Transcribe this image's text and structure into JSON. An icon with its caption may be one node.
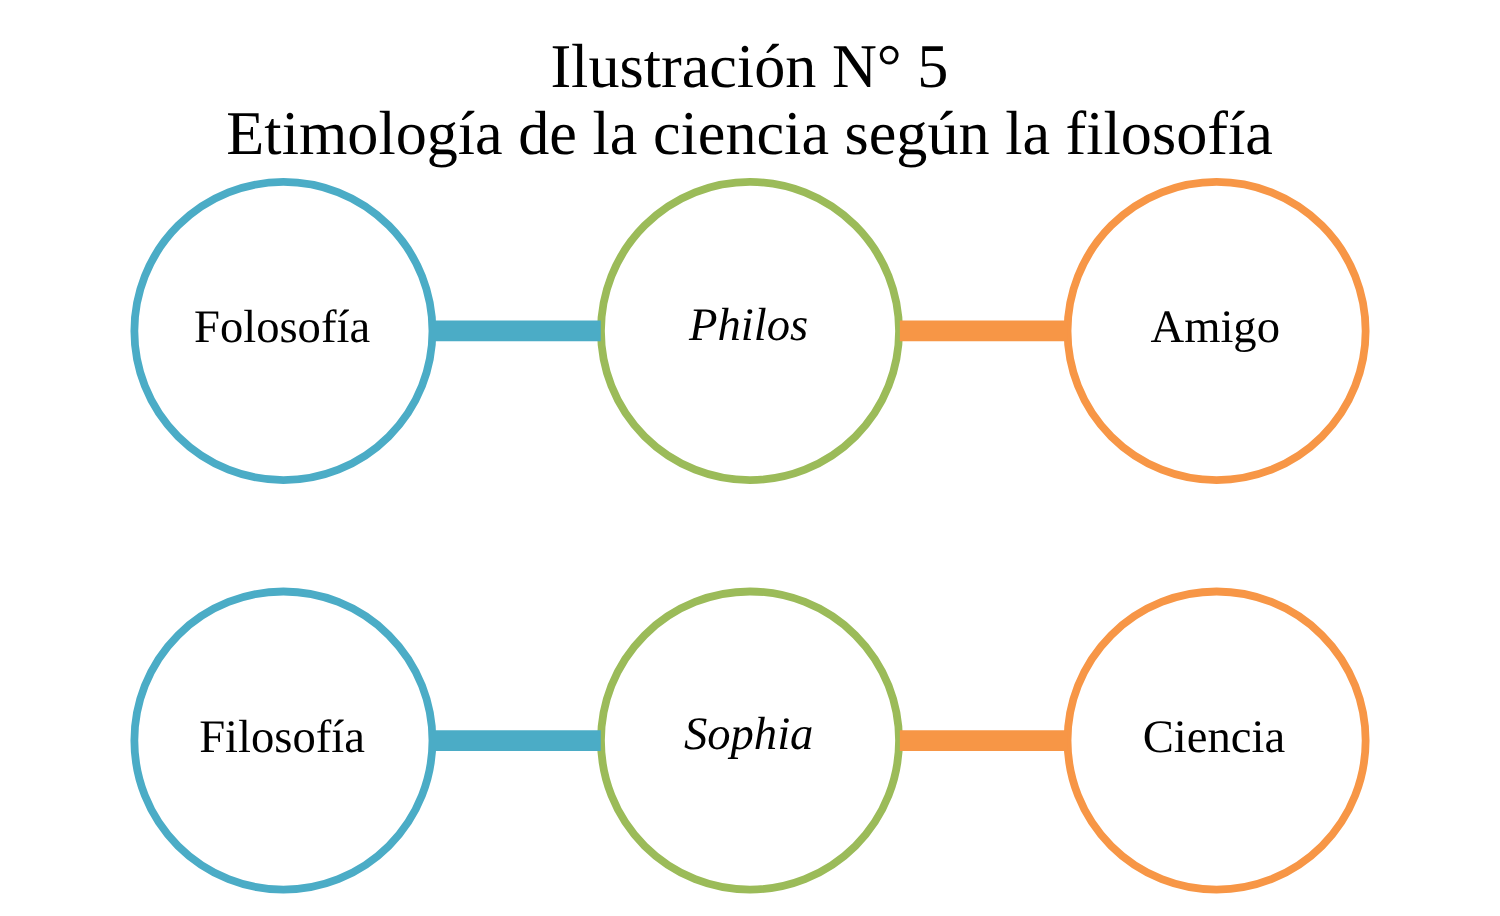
{
  "diagram": {
    "title": "Ilustración N° 5",
    "caption": "Etimología de la ciencia según la filosofía",
    "nodes": [
      {
        "text": [
          "Folosofía"
        ]
      },
      {
        "text": [
          "Philos"
        ]
      },
      {
        "text": [
          "Amigo"
        ]
      },
      {
        "text": [
          "Filosofía"
        ]
      },
      {
        "text": [
          "Sophia"
        ]
      },
      {
        "text": [
          "Ciencia"
        ]
      }
    ],
    "edges": [
      {
        "from": 0,
        "to": 1,
        "arrow": "none",
        "color": "#4bacc6"
      },
      {
        "from": 1,
        "to": 2,
        "arrow": "none",
        "color": "#f79646"
      },
      {
        "from": 3,
        "to": 4,
        "arrow": "none",
        "color": "#4bacc6"
      },
      {
        "from": 4,
        "to": 5,
        "arrow": "none",
        "color": "#f79646"
      }
    ]
  }
}
